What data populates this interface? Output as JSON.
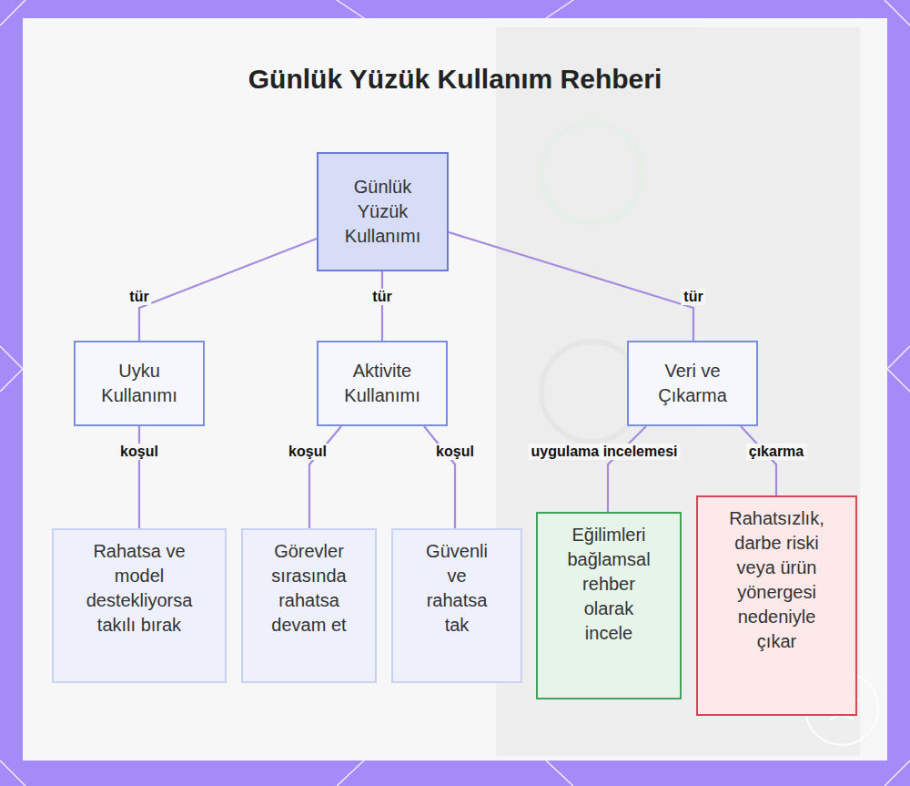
{
  "diagram": {
    "title": "Günlük Yüzük Kullanım Rehberi",
    "nodes": [
      {
        "text": [
          "Günlük Yüzük Kullanımı"
        ]
      },
      {
        "text": [
          "Uyku Kullanımı"
        ]
      },
      {
        "text": [
          "Aktivite Kullanımı"
        ]
      },
      {
        "text": [
          "Veri ve Çıkarma"
        ]
      },
      {
        "text": [
          "Rahatsa ve model destekliyorsa takılı bırak"
        ]
      },
      {
        "text": [
          "Görevler sırasında rahatsa devam et"
        ]
      },
      {
        "text": [
          "Güvenli ve rahatsa tak"
        ]
      },
      {
        "text": [
          "Eğilimleri bağlamsal rehber olarak incele"
        ]
      },
      {
        "text": [
          "Rahatsızlık, darbe riski veya ürün yönergesi nedeniyle çıkar"
        ]
      }
    ],
    "edges": [
      {
        "from": 0,
        "to": 1,
        "label": "tür",
        "arrow": "none"
      },
      {
        "from": 0,
        "to": 2,
        "label": "tür",
        "arrow": "none"
      },
      {
        "from": 0,
        "to": 3,
        "label": "tür",
        "arrow": "none"
      },
      {
        "from": 1,
        "to": 4,
        "label": "koşul",
        "arrow": "none"
      },
      {
        "from": 2,
        "to": 5,
        "label": "koşul",
        "arrow": "none"
      },
      {
        "from": 2,
        "to": 6,
        "label": "koşul",
        "arrow": "none"
      },
      {
        "from": 3,
        "to": 7,
        "label": "uygulama incelemesi",
        "arrow": "none"
      },
      {
        "from": 3,
        "to": 8,
        "label": "çıkarma",
        "arrow": "none"
      }
    ]
  }
}
